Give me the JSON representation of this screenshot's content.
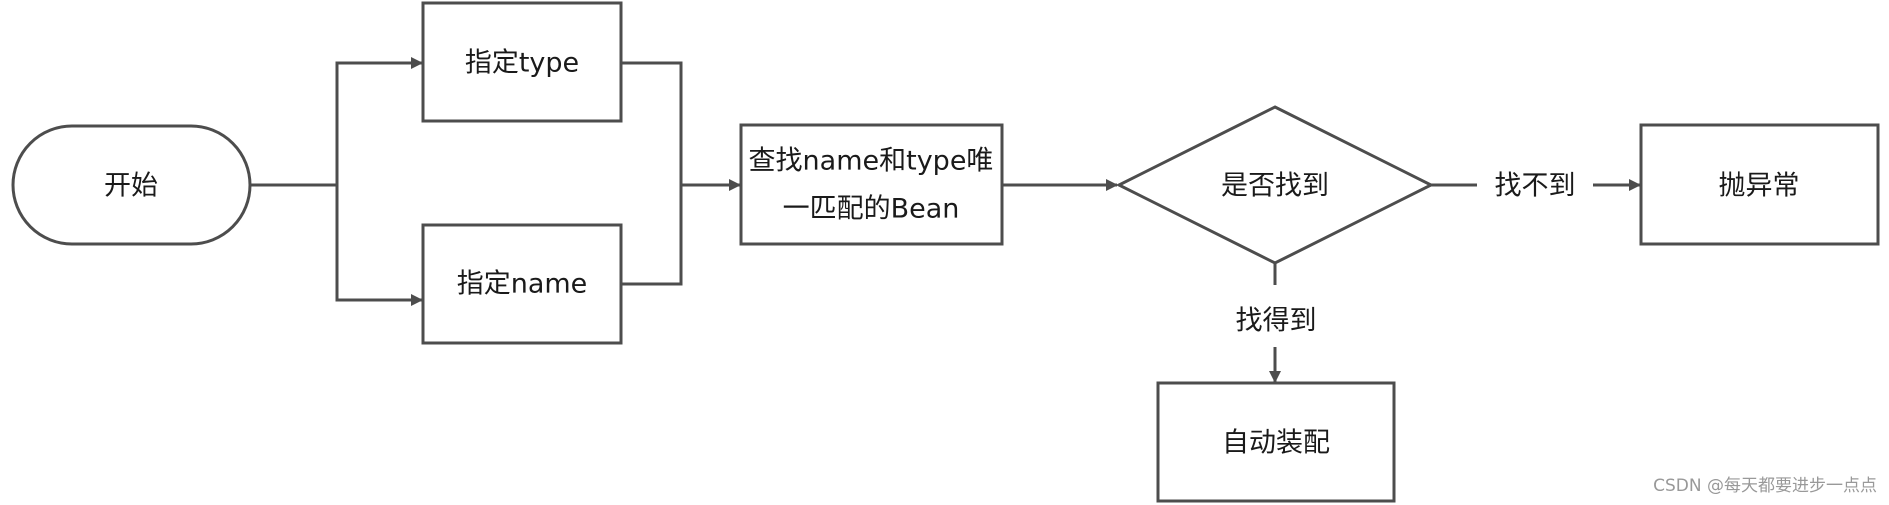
{
  "diagram": {
    "nodes": {
      "start": "开始",
      "specify_type": "指定type",
      "specify_name": "指定name",
      "lookup_line1": "查找name和type唯",
      "lookup_line2": "一匹配的Bean",
      "found_decision": "是否找到",
      "throw_exception": "抛异常",
      "autowire": "自动装配"
    },
    "edge_labels": {
      "not_found": "找不到",
      "found": "找得到"
    }
  },
  "watermark": "CSDN @每天都要进步一点点",
  "colors": {
    "stroke": "#4d4d4d",
    "text": "#1a1a1a",
    "background": "#ffffff",
    "watermark": "#999999"
  }
}
